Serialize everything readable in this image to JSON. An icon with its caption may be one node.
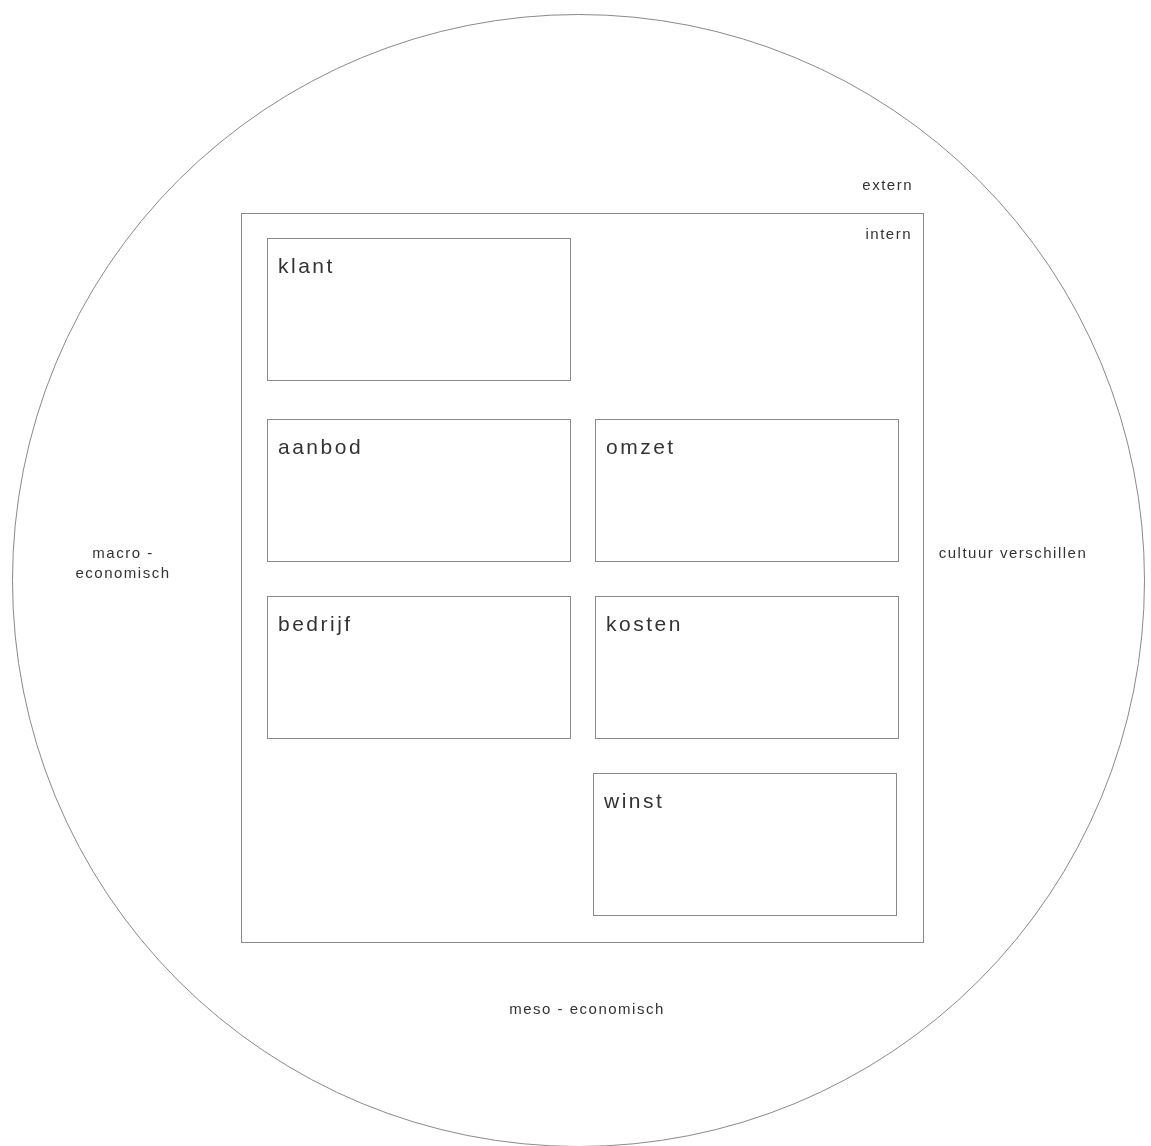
{
  "diagram": {
    "nodes": [
      {
        "text": [
          "extern",
          "macro - economisch",
          "cultuur verschillen",
          "meso - economisch"
        ]
      },
      {
        "text": [
          "intern"
        ],
        "in": 0
      },
      {
        "text": [
          "klant"
        ],
        "in": 1
      },
      {
        "text": [
          "aanbod"
        ],
        "in": 1
      },
      {
        "text": [
          "omzet"
        ],
        "in": 1
      },
      {
        "text": [
          "bedrijf"
        ],
        "in": 1
      },
      {
        "text": [
          "kosten"
        ],
        "in": 1
      },
      {
        "text": [
          "winst"
        ],
        "in": 1
      }
    ]
  }
}
